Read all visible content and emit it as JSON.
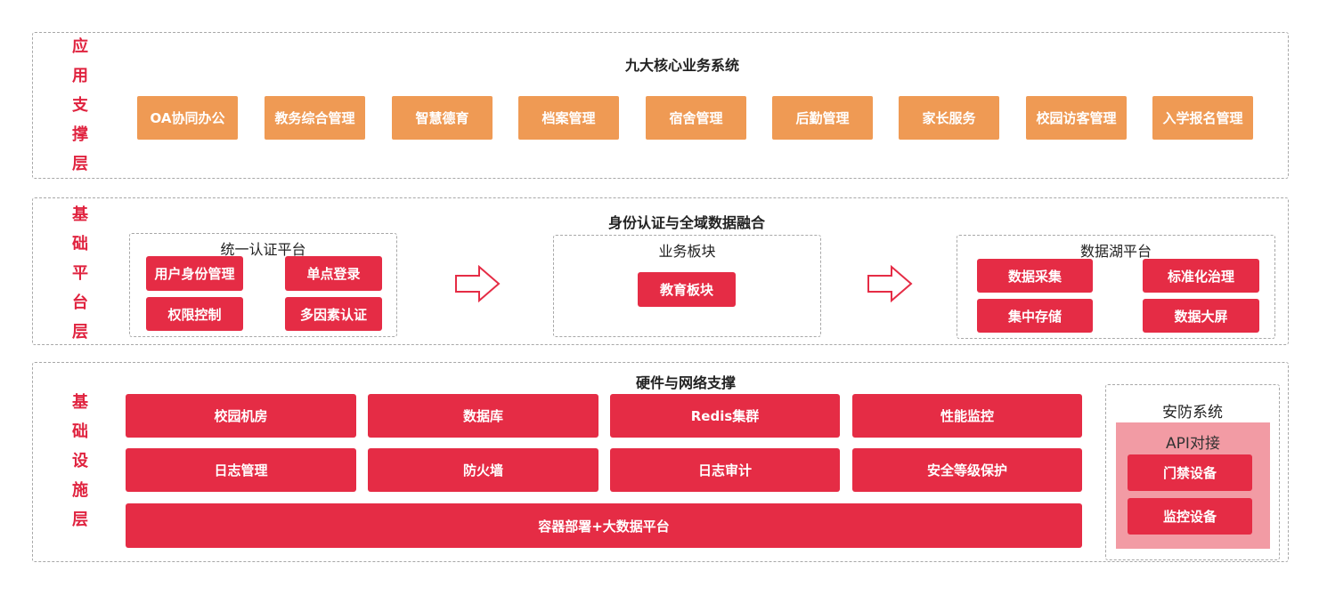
{
  "layers": {
    "app": {
      "label": [
        "应",
        "用",
        "支",
        "撑",
        "层"
      ],
      "title": "九大核心业务系统",
      "items": [
        "OA协同办公",
        "教务综合管理",
        "智慧德育",
        "档案管理",
        "宿舍管理",
        "后勤管理",
        "家长服务",
        "校园访客管理",
        "入学报名管理"
      ]
    },
    "platform": {
      "label": [
        "基",
        "础",
        "平",
        "台",
        "层"
      ],
      "title": "身份认证与全域数据融合",
      "auth": {
        "title": "统一认证平台",
        "items": [
          "用户身份管理",
          "单点登录",
          "权限控制",
          "多因素认证"
        ]
      },
      "business": {
        "title": "业务板块",
        "items": [
          "教育板块"
        ]
      },
      "datalake": {
        "title": "数据湖平台",
        "items": [
          "数据采集",
          "标准化治理",
          "集中存储",
          "数据大屏"
        ]
      }
    },
    "infra": {
      "label": [
        "基",
        "础",
        "设",
        "施",
        "层"
      ],
      "title": "硬件与网络支撑",
      "grid": [
        "校园机房",
        "数据库",
        "Redis集群",
        "性能监控",
        "日志管理",
        "防火墙",
        "日志审计",
        "安全等级保护"
      ],
      "wide": "容器部署+大数据平台",
      "security": {
        "title": "安防系统",
        "api_title": "API对接",
        "items": [
          "门禁设备",
          "监控设备"
        ]
      }
    }
  },
  "colors": {
    "red": "#e52c45",
    "orange": "#ef9a54",
    "pink": "#f29ba4",
    "label_red": "#e0233f"
  }
}
